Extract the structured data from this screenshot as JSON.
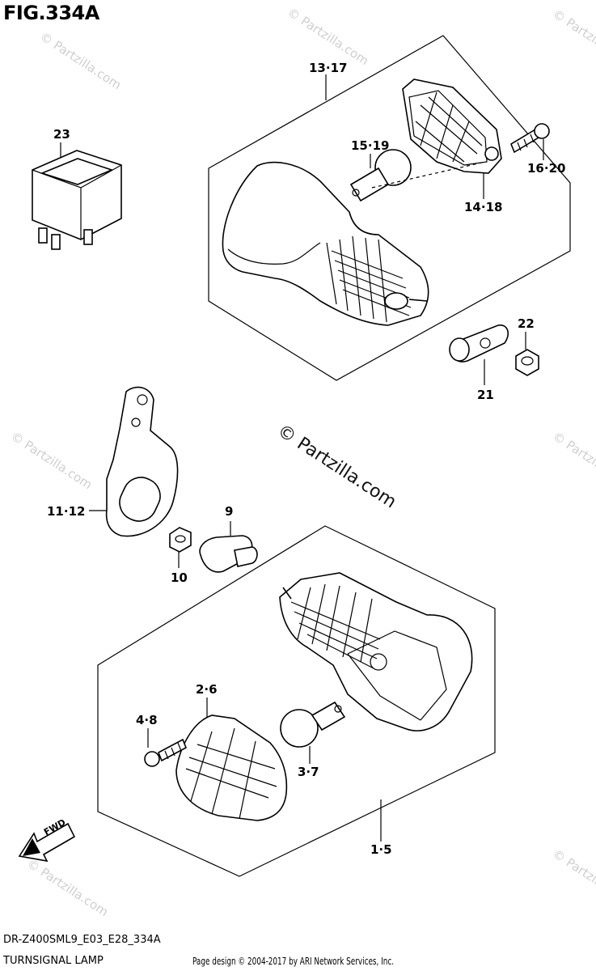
{
  "figure": {
    "title": "FIG.334A"
  },
  "callouts": {
    "c1317": "13·17",
    "c23": "23",
    "c1519": "15·19",
    "c1620": "16·20",
    "c1418": "14·18",
    "c22": "22",
    "c21": "21",
    "c1112": "11·12",
    "c9": "9",
    "c10": "10",
    "c26": "2·6",
    "c48": "4·8",
    "c37": "3·7",
    "c15": "1·5"
  },
  "watermark": {
    "main": "© Partzilla.com",
    "small": "© Partzilla.com"
  },
  "direction_badge": {
    "label": "FWD"
  },
  "footer": {
    "model_code": "DR-Z400SML9_E03_E28_334A",
    "diagram_name": "TURNSIGNAL LAMP",
    "credit": "Page design © 2004-2017 by ARI Network Services, Inc."
  },
  "icons": [
    "fwd-arrow-icon"
  ]
}
